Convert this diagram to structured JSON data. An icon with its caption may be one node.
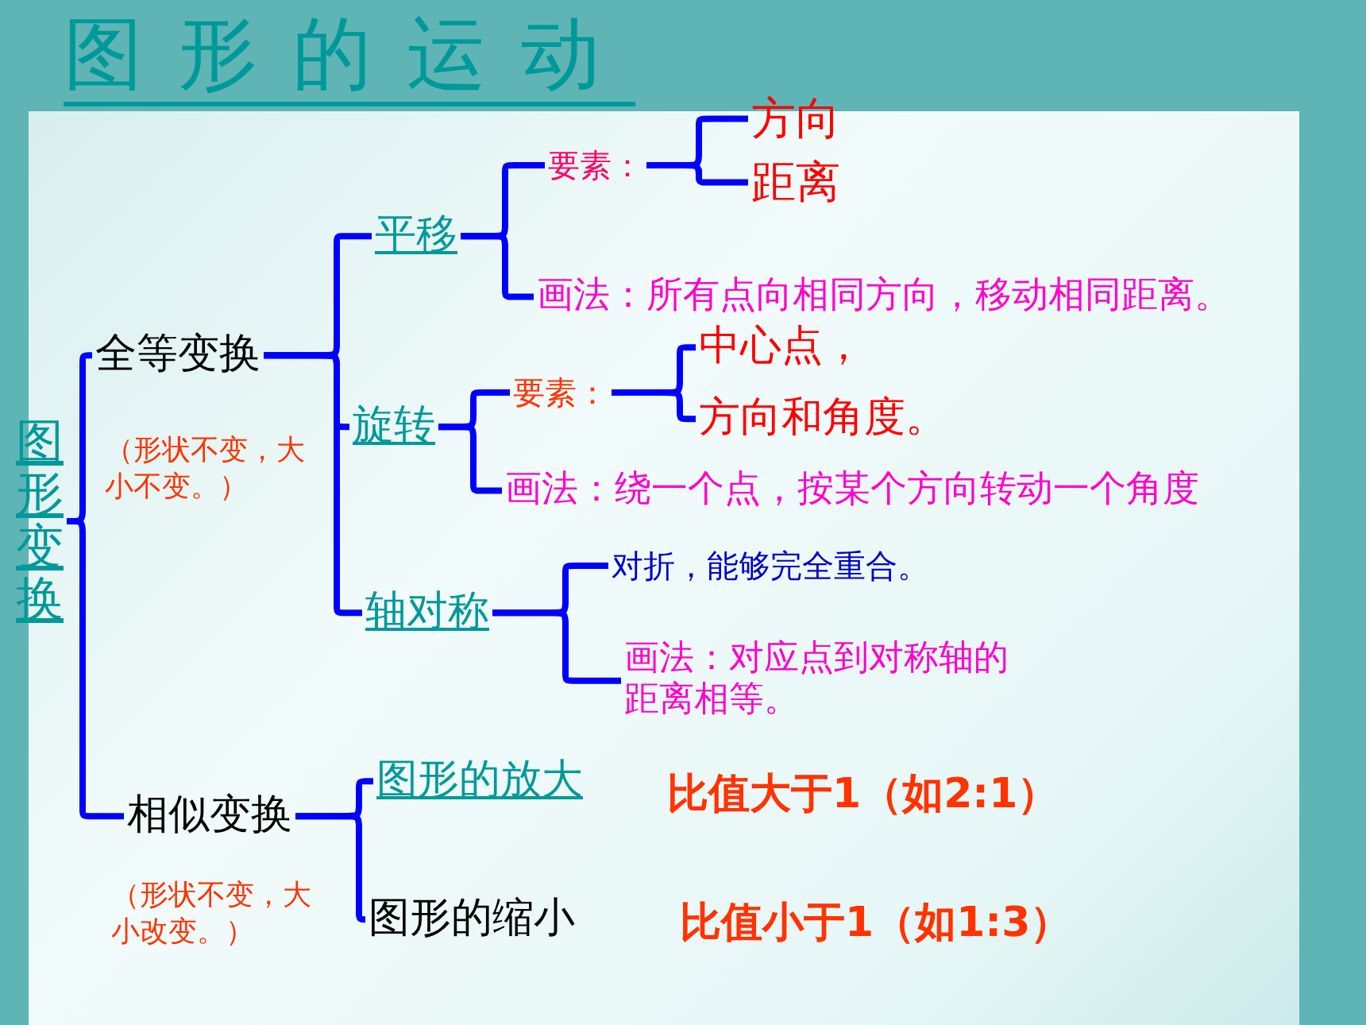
{
  "diagram": {
    "title": "图形的运动",
    "nodes": [
      {
        "text": [
          "图形变换"
        ]
      },
      {
        "text": [
          "全等变换"
        ],
        "beside": [
          "（形状不变，大小不变。）"
        ]
      },
      {
        "text": [
          "平移"
        ]
      },
      {
        "text": [
          "要素："
        ]
      },
      {
        "text": [
          "方向"
        ]
      },
      {
        "text": [
          "距离"
        ]
      },
      {
        "text": [
          "画法：所有点向相同方向，移动相同距离。"
        ]
      },
      {
        "text": [
          "旋转"
        ]
      },
      {
        "text": [
          "要素："
        ]
      },
      {
        "text": [
          "中心点，"
        ]
      },
      {
        "text": [
          "方向和角度。"
        ]
      },
      {
        "text": [
          "画法：绕一个点，按某个方向转动一个角度"
        ]
      },
      {
        "text": [
          "轴对称"
        ]
      },
      {
        "text": [
          "对折，能够完全重合。"
        ]
      },
      {
        "text": [
          "画法：对应点到对称轴的距离相等。"
        ]
      },
      {
        "text": [
          "相似变换"
        ],
        "beside": [
          "（形状不变，大小改变。）"
        ]
      },
      {
        "text": [
          "图形的放大"
        ],
        "beside": [
          "比值大于1（如2:1）"
        ]
      },
      {
        "text": [
          "图形的缩小"
        ],
        "beside": [
          "比值小于1（如1:3）"
        ]
      }
    ],
    "edges": [
      {
        "from": 0,
        "to": 1,
        "arrow": "none"
      },
      {
        "from": 0,
        "to": 15,
        "arrow": "none"
      },
      {
        "from": 1,
        "to": 2,
        "arrow": "none"
      },
      {
        "from": 1,
        "to": 7,
        "arrow": "none"
      },
      {
        "from": 1,
        "to": 12,
        "arrow": "none"
      },
      {
        "from": 2,
        "to": 3,
        "arrow": "none"
      },
      {
        "from": 2,
        "to": 6,
        "arrow": "none"
      },
      {
        "from": 3,
        "to": 4,
        "arrow": "none"
      },
      {
        "from": 3,
        "to": 5,
        "arrow": "none"
      },
      {
        "from": 7,
        "to": 8,
        "arrow": "none"
      },
      {
        "from": 7,
        "to": 11,
        "arrow": "none"
      },
      {
        "from": 8,
        "to": 9,
        "arrow": "none"
      },
      {
        "from": 8,
        "to": 10,
        "arrow": "none"
      },
      {
        "from": 12,
        "to": 13,
        "arrow": "none"
      },
      {
        "from": 12,
        "to": 14,
        "arrow": "none"
      },
      {
        "from": 15,
        "to": 16,
        "arrow": "none"
      },
      {
        "from": 15,
        "to": 17,
        "arrow": "none"
      }
    ]
  }
}
